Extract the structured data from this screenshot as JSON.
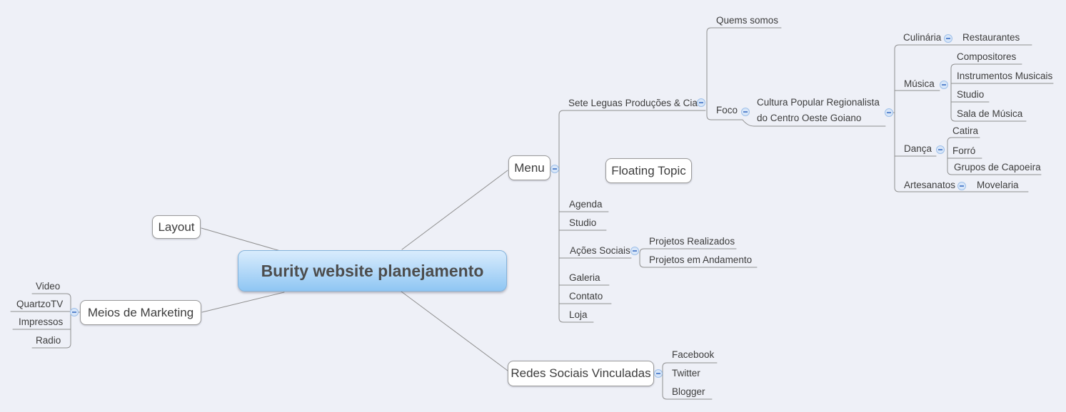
{
  "colors": {
    "background": "#eef0f7",
    "central-top": "#d9ecfd",
    "central-bottom": "#8fc6f3",
    "central-border": "#85b4dc",
    "box-border": "#9a9a9a",
    "line": "#8f8f8f",
    "text": "#3d3d3d",
    "icon-fill": "#d8e6f8",
    "icon-border": "#9ec0ea",
    "icon-glyph": "#5b87cf"
  },
  "central_topic": {
    "label": "Burity website planejamento"
  },
  "floating_topic": {
    "label": "Floating Topic"
  },
  "branches": {
    "layout": {
      "label": "Layout"
    },
    "meios_de_marketing": {
      "label": "Meios de Marketing",
      "children": {
        "video": "Video",
        "quartzotv": "QuartzoTV",
        "impressos": "Impressos",
        "radio": "Radio"
      }
    },
    "menu": {
      "label": "Menu",
      "children": {
        "sete_leguas": {
          "label": "Sete Leguas Produções & Cia",
          "children": {
            "quems_somos": "Quems somos",
            "foco": {
              "label": "Foco",
              "children": {
                "cultura": {
                  "label": "Cultura Popular Regionalista\ndo Centro Oeste Goiano",
                  "children": {
                    "culinaria": {
                      "label": "Culinária",
                      "children": {
                        "restaurantes": "Restaurantes"
                      }
                    },
                    "musica": {
                      "label": "Música",
                      "children": {
                        "compositores": "Compositores",
                        "instrumentos_musicais": "Instrumentos Musicais",
                        "studio": "Studio",
                        "sala_de_musica": "Sala de Música"
                      }
                    },
                    "danca": {
                      "label": "Dança",
                      "children": {
                        "catira": "Catira",
                        "forro": "Forró",
                        "grupos_de_capoeira": "Grupos de Capoeira"
                      }
                    },
                    "artesanatos": {
                      "label": "Artesanatos",
                      "children": {
                        "movelaria": "Movelaria"
                      }
                    }
                  }
                }
              }
            }
          }
        },
        "agenda": "Agenda",
        "studio": "Studio",
        "acoes_sociais": {
          "label": "Ações Sociais",
          "children": {
            "projetos_realizados": "Projetos Realizados",
            "projetos_em_andamento": "Projetos em Andamento"
          }
        },
        "galeria": "Galeria",
        "contato": "Contato",
        "loja": "Loja"
      }
    },
    "redes_sociais": {
      "label": "Redes Sociais Vinculadas",
      "children": {
        "facebook": "Facebook",
        "twitter": "Twitter",
        "blogger": "Blogger"
      }
    }
  }
}
